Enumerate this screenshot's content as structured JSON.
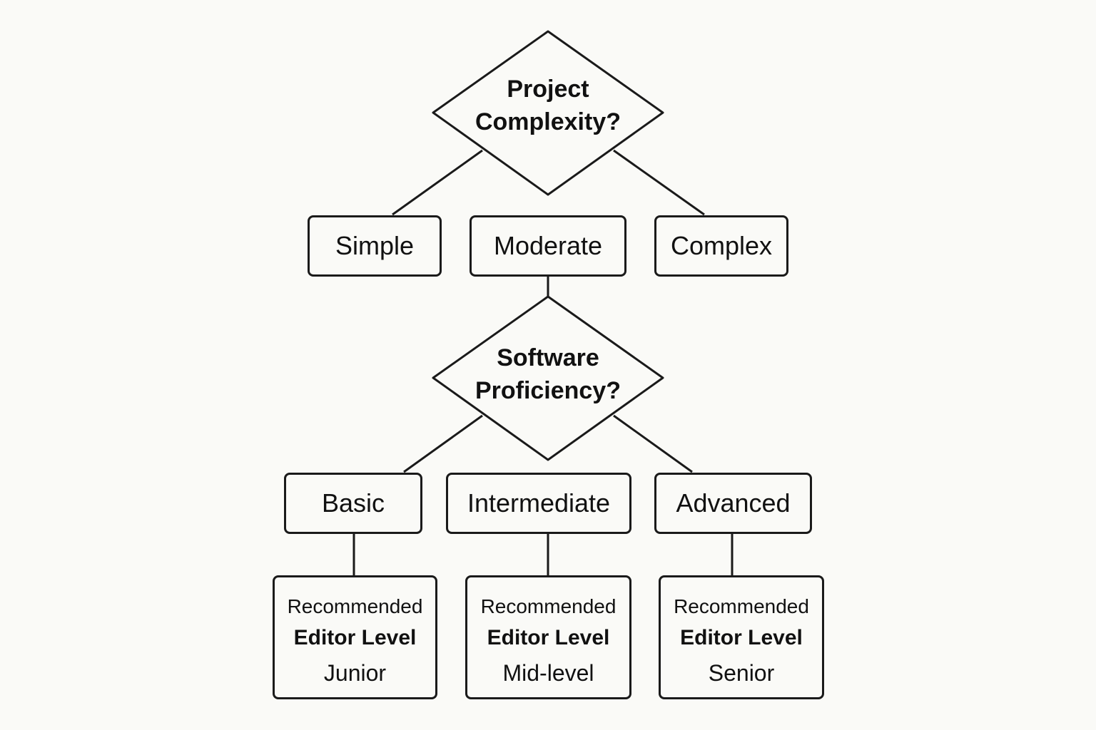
{
  "decisions": {
    "complexity": [
      "Project",
      "Complexity?"
    ],
    "proficiency": [
      "Software",
      "Proficiency?"
    ]
  },
  "complexity_options": [
    "Simple",
    "Moderate",
    "Complex"
  ],
  "proficiency_options": [
    "Basic",
    "Intermediate",
    "Advanced"
  ],
  "recommendations": [
    {
      "line1": "Recommended",
      "line2": "Editor Level",
      "level": "Junior"
    },
    {
      "line1": "Recommended",
      "line2": "Editor Level",
      "level": "Mid-level"
    },
    {
      "line1": "Recommended",
      "line2": "Editor Level",
      "level": "Senior"
    }
  ],
  "colors": {
    "background": "#fafaf7",
    "stroke": "#1a1a1a",
    "text": "#111111"
  }
}
